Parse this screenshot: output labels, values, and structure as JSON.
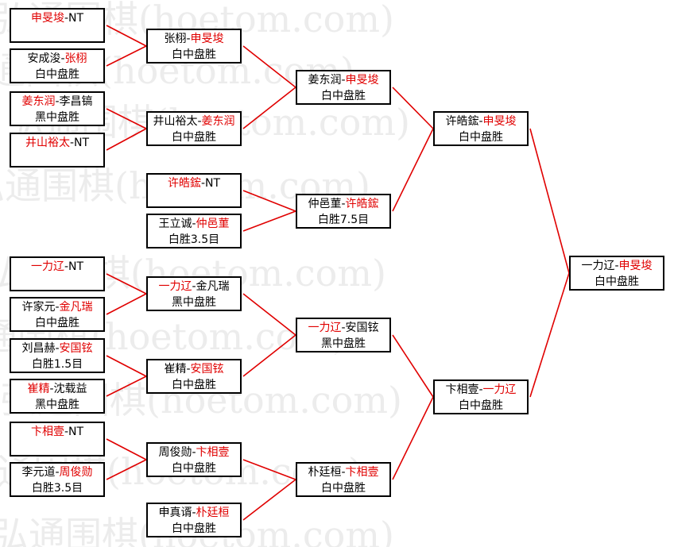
{
  "watermark": "弘通围棋(hoetom.com)",
  "red_color": "#e00000",
  "matches": [
    {
      "id": "r1-1",
      "names": [
        {
          "t": "申旻埈",
          "w": true
        },
        {
          "t": "-NT",
          "w": false
        }
      ],
      "result": ""
    },
    {
      "id": "r1-2",
      "names": [
        {
          "t": "安成浚-",
          "w": false
        },
        {
          "t": "张栩",
          "w": true
        }
      ],
      "result": "白中盘胜"
    },
    {
      "id": "r1-3",
      "names": [
        {
          "t": "姜东润",
          "w": true
        },
        {
          "t": "-李昌镐",
          "w": false
        }
      ],
      "result": "黑中盘胜"
    },
    {
      "id": "r1-4",
      "names": [
        {
          "t": "井山裕太",
          "w": true
        },
        {
          "t": "-NT",
          "w": false
        }
      ],
      "result": ""
    },
    {
      "id": "r1-5",
      "names": [
        {
          "t": "许皓鋐",
          "w": true
        },
        {
          "t": "-NT",
          "w": false
        }
      ],
      "result": ""
    },
    {
      "id": "r1-6",
      "names": [
        {
          "t": "王立诚-",
          "w": false
        },
        {
          "t": "仲邑菫",
          "w": true
        }
      ],
      "result": "白胜3.5目"
    },
    {
      "id": "r1-7",
      "names": [
        {
          "t": "一力辽",
          "w": true
        },
        {
          "t": "-NT",
          "w": false
        }
      ],
      "result": ""
    },
    {
      "id": "r1-8",
      "names": [
        {
          "t": "许家元-",
          "w": false
        },
        {
          "t": "金凡瑞",
          "w": true
        }
      ],
      "result": "白中盘胜"
    },
    {
      "id": "r1-9",
      "names": [
        {
          "t": "刘昌赫-",
          "w": false
        },
        {
          "t": "安国铉",
          "w": true
        }
      ],
      "result": "白胜1.5目"
    },
    {
      "id": "r1-10",
      "names": [
        {
          "t": "崔精",
          "w": true
        },
        {
          "t": "-沈载益",
          "w": false
        }
      ],
      "result": "黑中盘胜"
    },
    {
      "id": "r1-11",
      "names": [
        {
          "t": "卞相壹",
          "w": true
        },
        {
          "t": "-NT",
          "w": false
        }
      ],
      "result": ""
    },
    {
      "id": "r1-12",
      "names": [
        {
          "t": "李元道-",
          "w": false
        },
        {
          "t": "周俊勋",
          "w": true
        }
      ],
      "result": "白胜3.5目"
    },
    {
      "id": "r2-1",
      "names": [
        {
          "t": "张栩-",
          "w": false
        },
        {
          "t": "申旻埈",
          "w": true
        }
      ],
      "result": "白中盘胜"
    },
    {
      "id": "r2-2",
      "names": [
        {
          "t": "井山裕太-",
          "w": false
        },
        {
          "t": "姜东润",
          "w": true
        }
      ],
      "result": "白中盘胜"
    },
    {
      "id": "r2-3",
      "names": [
        {
          "t": "一力辽",
          "w": true
        },
        {
          "t": "-金凡瑞",
          "w": false
        }
      ],
      "result": "黑中盘胜"
    },
    {
      "id": "r2-4",
      "names": [
        {
          "t": "崔精-",
          "w": false
        },
        {
          "t": "安国铉",
          "w": true
        }
      ],
      "result": "白中盘胜"
    },
    {
      "id": "r2-5",
      "names": [
        {
          "t": "周俊勋-",
          "w": false
        },
        {
          "t": "卞相壹",
          "w": true
        }
      ],
      "result": "白中盘胜"
    },
    {
      "id": "r2-6",
      "names": [
        {
          "t": "申真谞-",
          "w": false
        },
        {
          "t": "朴廷桓",
          "w": true
        }
      ],
      "result": "白中盘胜"
    },
    {
      "id": "r3-1",
      "names": [
        {
          "t": "姜东润-",
          "w": false
        },
        {
          "t": "申旻埈",
          "w": true
        }
      ],
      "result": "白中盘胜"
    },
    {
      "id": "r3-2",
      "names": [
        {
          "t": "仲邑菫-",
          "w": false
        },
        {
          "t": "许皓鋐",
          "w": true
        }
      ],
      "result": "白胜7.5目"
    },
    {
      "id": "r3-3",
      "names": [
        {
          "t": "一力辽",
          "w": true
        },
        {
          "t": "-安国铉",
          "w": false
        }
      ],
      "result": "黑中盘胜"
    },
    {
      "id": "r3-4",
      "names": [
        {
          "t": "朴廷桓-",
          "w": false
        },
        {
          "t": "卞相壹",
          "w": true
        }
      ],
      "result": "白中盘胜"
    },
    {
      "id": "r4-1",
      "names": [
        {
          "t": "许皓鋐-",
          "w": false
        },
        {
          "t": "申旻埈",
          "w": true
        }
      ],
      "result": "白中盘胜"
    },
    {
      "id": "r4-2",
      "names": [
        {
          "t": "卞相壹-",
          "w": false
        },
        {
          "t": "一力辽",
          "w": true
        }
      ],
      "result": "白中盘胜"
    },
    {
      "id": "final",
      "names": [
        {
          "t": "一力辽-",
          "w": false
        },
        {
          "t": "申旻埈",
          "w": true
        }
      ],
      "result": "白中盘胜"
    }
  ]
}
